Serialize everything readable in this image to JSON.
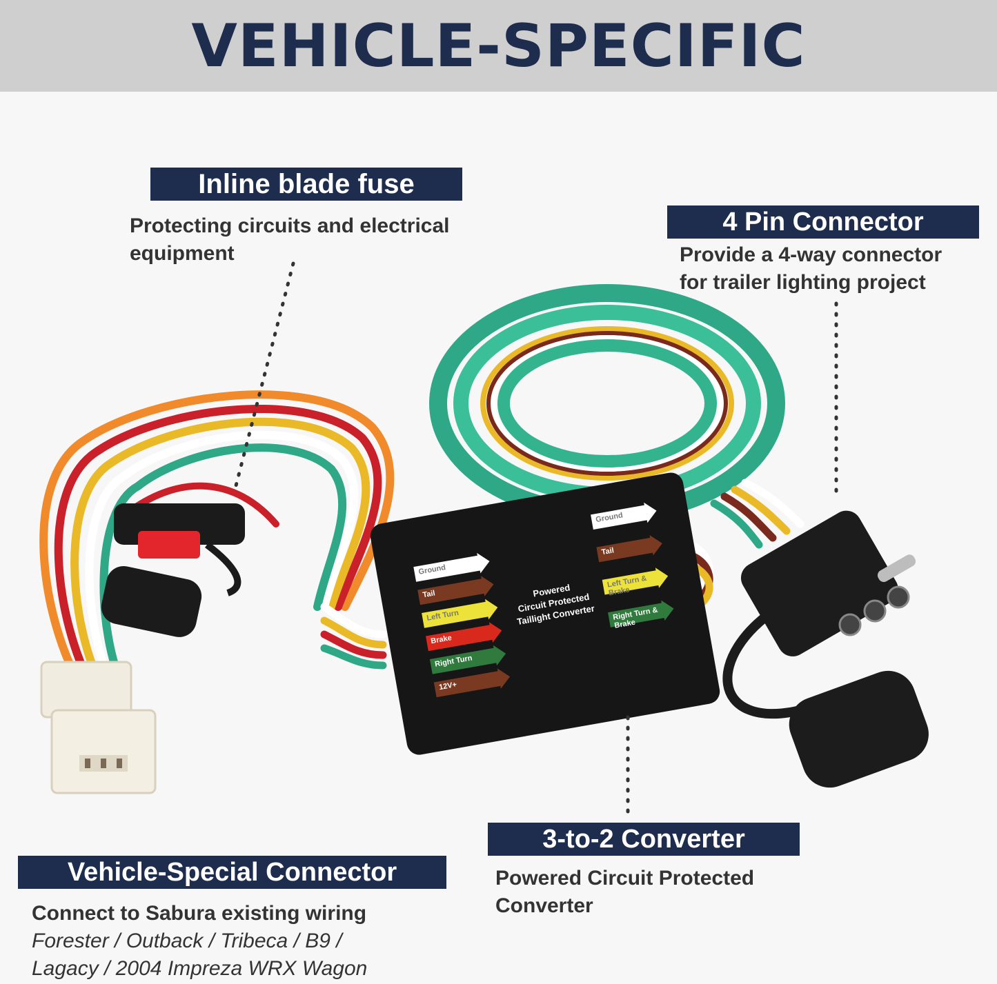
{
  "header": {
    "title": "VEHICLE-SPECIFIC"
  },
  "colors": {
    "banner_bg": "#cfcfcf",
    "badge_bg": "#1e2d4d",
    "title_text": "#1e2d4d",
    "body_text": "#333333"
  },
  "callouts": {
    "fuse": {
      "title": "Inline blade fuse",
      "desc_lines": [
        "Protecting circuits and electrical",
        "equipment"
      ]
    },
    "pin4": {
      "title": "4 Pin Connector",
      "desc_lines": [
        "Provide a 4-way connector",
        "for trailer lighting project"
      ]
    },
    "converter": {
      "title": "3-to-2 Converter",
      "desc_lines": [
        "Powered Circuit Protected",
        "Converter"
      ]
    },
    "vehicle": {
      "title": "Vehicle-Special Connector",
      "desc_line": "Connect to Sabura existing wiring",
      "models_lines": [
        "Forester / Outback / Tribeca / B9 /",
        "Lagacy / 2004 Impreza WRX Wagon"
      ]
    }
  },
  "converter_box": {
    "center_lines": [
      "Powered",
      "Circuit Protected",
      "Taillight Converter"
    ],
    "left_labels": [
      "Ground",
      "Tail",
      "Left Turn",
      "Brake",
      "Right Turn",
      "12V+"
    ],
    "right_labels": [
      "Ground",
      "Tail",
      "Left Turn & Brake",
      "Right Turn & Brake"
    ],
    "left_colors": [
      "#ffffff",
      "#7a3a22",
      "#ece23a",
      "#d9291c",
      "#2f7a3c",
      "#7a3a22"
    ],
    "right_colors": [
      "#ffffff",
      "#7a3a22",
      "#ece23a",
      "#2f7a3c"
    ]
  }
}
